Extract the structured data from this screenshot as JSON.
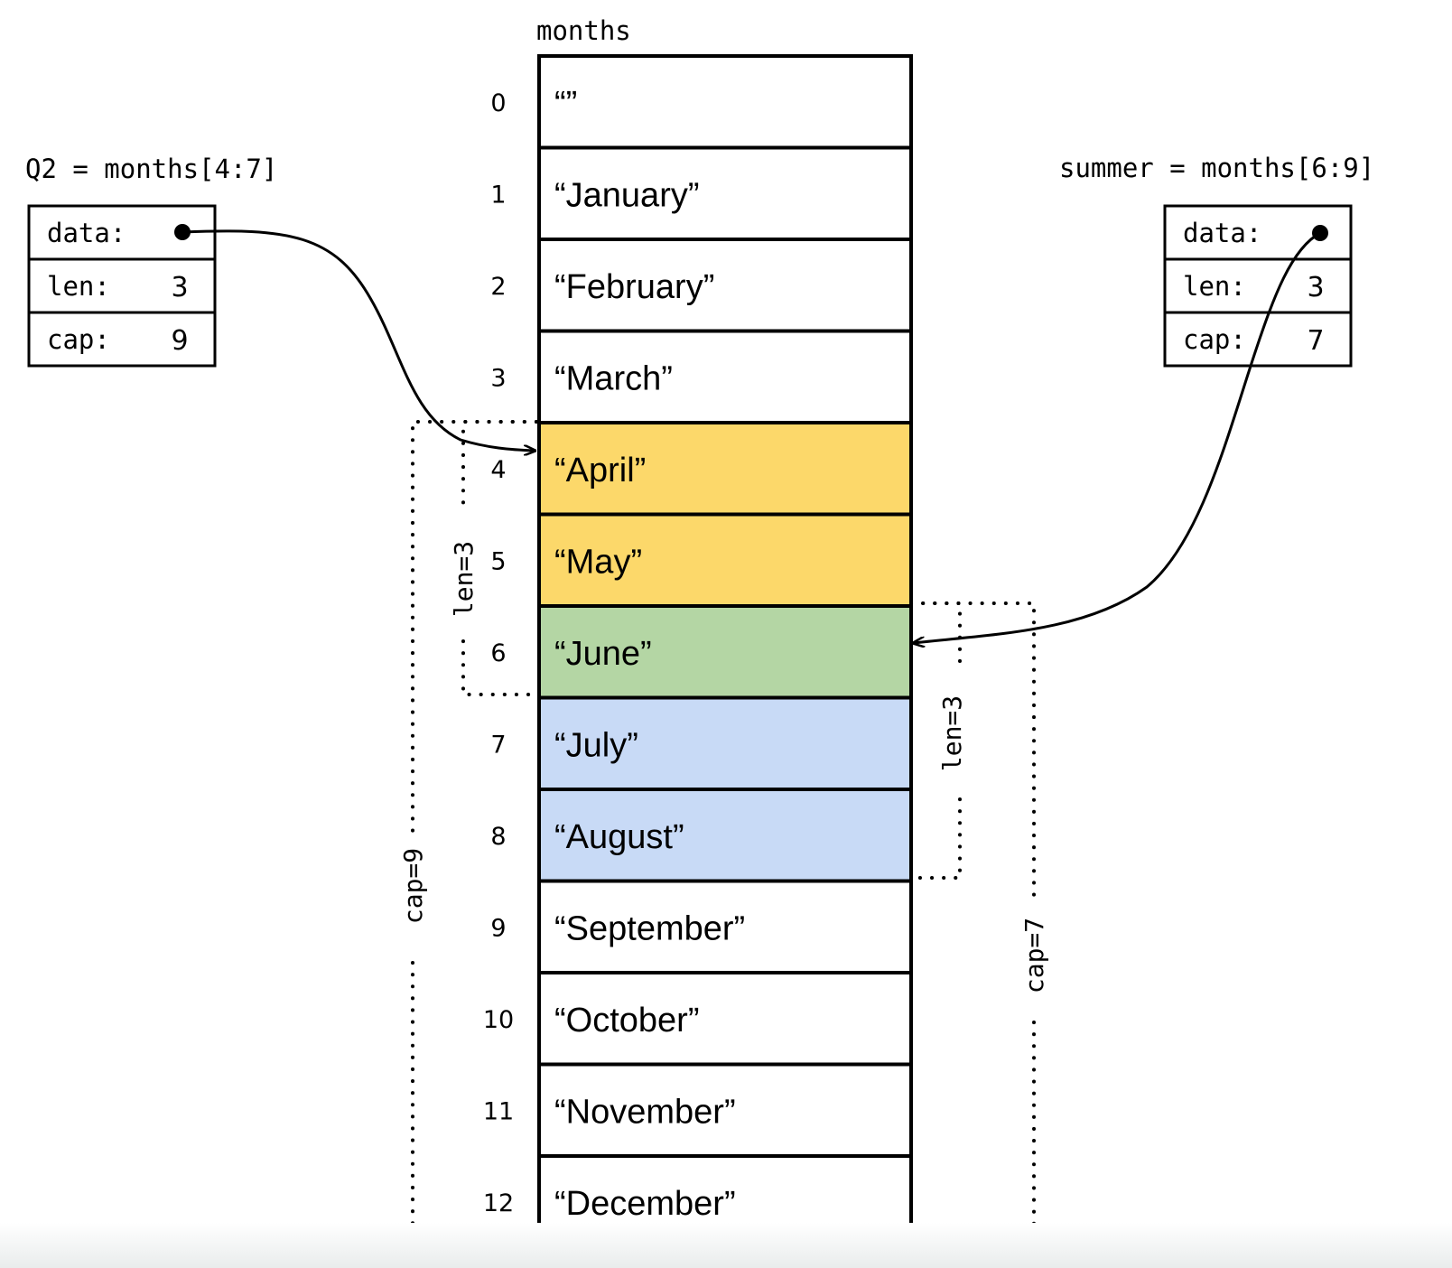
{
  "array": {
    "title": "months",
    "cells": [
      {
        "index": "0",
        "value": "“”",
        "fill": "#ffffff"
      },
      {
        "index": "1",
        "value": "“January”",
        "fill": "#ffffff"
      },
      {
        "index": "2",
        "value": "“February”",
        "fill": "#ffffff"
      },
      {
        "index": "3",
        "value": "“March”",
        "fill": "#ffffff"
      },
      {
        "index": "4",
        "value": "“April”",
        "fill": "#fcd86a"
      },
      {
        "index": "5",
        "value": "“May”",
        "fill": "#fcd86a"
      },
      {
        "index": "6",
        "value": "“June”",
        "fill": "#b4d6a4"
      },
      {
        "index": "7",
        "value": "“July”",
        "fill": "#c8daf6"
      },
      {
        "index": "8",
        "value": "“August”",
        "fill": "#c8daf6"
      },
      {
        "index": "9",
        "value": "“September”",
        "fill": "#ffffff"
      },
      {
        "index": "10",
        "value": "“October”",
        "fill": "#ffffff"
      },
      {
        "index": "11",
        "value": "“November”",
        "fill": "#ffffff"
      },
      {
        "index": "12",
        "value": "“December”",
        "fill": "#ffffff"
      }
    ]
  },
  "q2": {
    "title": "Q2 = months[4:7]",
    "data_label": "data:",
    "len_label": "len:",
    "len_value": "3",
    "cap_label": "cap:",
    "cap_value": "9",
    "len_bracket": "len=3",
    "cap_bracket": "cap=9"
  },
  "summer": {
    "title": "summer = months[6:9]",
    "data_label": "data:",
    "len_label": "len:",
    "len_value": "3",
    "cap_label": "cap:",
    "cap_value": "7",
    "len_bracket": "len=3",
    "cap_bracket": "cap=7"
  },
  "colors": {
    "q2_only": "#fcd86a",
    "shared": "#b4d6a4",
    "summer_only": "#c8daf6",
    "stroke": "#000000"
  }
}
